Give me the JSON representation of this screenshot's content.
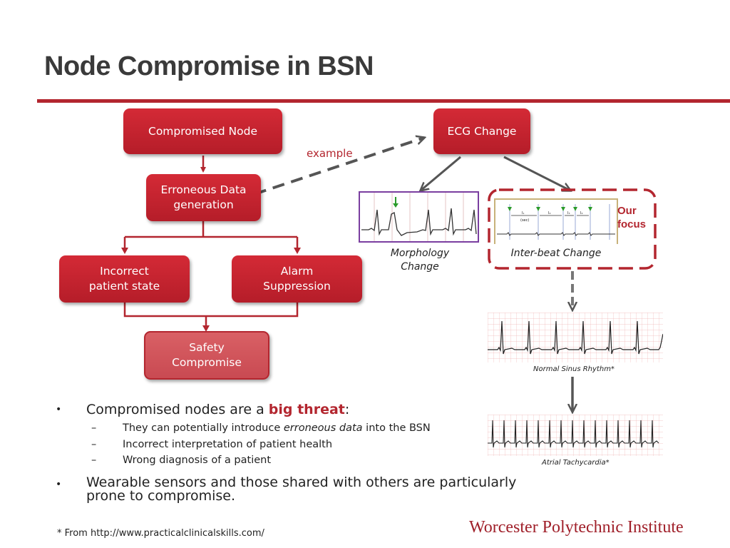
{
  "slide": {
    "title": "Node Compromise in BSN"
  },
  "flow": {
    "compromised_node": "Compromised Node",
    "erroneous_data": "Erroneous Data generation",
    "incorrect_state": "Incorrect patient state",
    "alarm_suppression": "Alarm Suppression",
    "safety_compromise": "Safety Compromise",
    "ecg_change": "ECG Change",
    "example_label": "example",
    "morphology_change": "Morphology Change",
    "interbeat_change": "Inter-beat Change",
    "our_focus": "Our focus",
    "normal_sinus": "Normal Sinus Rhythm*",
    "atrial_tachy": "Atrial Tachycardia*",
    "interbeat_fig": {
      "ticks": [
        "I₁",
        "I₂",
        "I₃",
        "I₄"
      ],
      "unit": "(sec)"
    }
  },
  "bullets": [
    {
      "pre": "Compromised nodes are a ",
      "accent": "big threat",
      "post": ":",
      "subs": [
        {
          "pre": "They can potentially introduce ",
          "italic": "erroneous data",
          "post": " into the BSN"
        },
        {
          "pre": "Incorrect interpretation of patient health",
          "italic": "",
          "post": ""
        },
        {
          "pre": "Wrong diagnosis of a patient",
          "italic": "",
          "post": ""
        }
      ]
    },
    {
      "pre": "Wearable sensors and those shared with others are particularly prone to compromise.",
      "accent": "",
      "post": "",
      "subs": []
    }
  ],
  "markers": {
    "bullet": "•",
    "dash": "–"
  },
  "footer": {
    "footnote": "* From http://www.practicalclinicalskills.com/",
    "institution": "Worcester Polytechnic Institute"
  },
  "colors": {
    "accent": "#b3262f",
    "box_top": "#d42a36",
    "box_bottom": "#b51d29",
    "title": "#3a3a3a"
  }
}
